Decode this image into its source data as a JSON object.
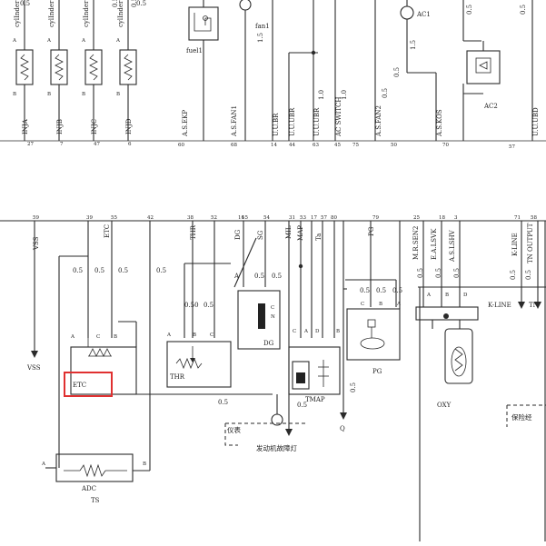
{
  "diagram": {
    "top": {
      "cyl_labels": [
        "cylInder",
        "cylInder",
        "cylInder",
        "cylInder"
      ],
      "inj_labels": [
        "INJA",
        "INJB",
        "INJC",
        "INJD"
      ],
      "pin_nums": [
        "27",
        "7",
        "47",
        "6"
      ],
      "wire_05": "0.5",
      "pin_a": "A",
      "pin_b": "B",
      "fuel_label": "fuel1",
      "fan_label": "fan1",
      "fan_wire": "1.5",
      "ac1_label": "AC1",
      "ac1_wire": "1.5",
      "ac2_label": "AC2",
      "signals": [
        {
          "label": "A.S.EKP",
          "pin": "60"
        },
        {
          "label": "A.S.FAN1",
          "pin": "68"
        },
        {
          "label": "U.U.BR",
          "pin": "14"
        },
        {
          "label": "U.U.UBR",
          "pin": "44"
        },
        {
          "label": "U.U.UBR",
          "pin": "63"
        },
        {
          "label": "AC SWITCH",
          "pin": "45"
        },
        {
          "label": "A.S.FAN2",
          "pin": "75"
        },
        {
          "label": "A.S.KOS",
          "pin": "50"
        },
        {
          "label": "U.U.UBD",
          "pin": "70"
        }
      ],
      "wire_10a": "1.0",
      "wire_10b": "1.0",
      "wire_05b": "0.5",
      "wire_05c": "0.5",
      "edge_pin": "57"
    },
    "bottom": {
      "vss": "VSS",
      "etc_top": "ETC",
      "etc_box": "ETC",
      "thr": "THR",
      "dg": "DG",
      "dg_top": "DG",
      "sg": "SG",
      "mil": "MIL",
      "map": "MAP",
      "ta": "Ta",
      "tmap": "TMAP",
      "pg": "PG",
      "pg_top": "PG",
      "oxy": "OXY",
      "sen": "M.R.SEN2",
      "lsv": "E.A.LSVK",
      "lshv": "A.S.LSHV",
      "kline": "K-LINE",
      "kline_top": "K-LINE",
      "tn": "TN",
      "tn_top": "TN OUTPUT",
      "adc": "ADC",
      "ts": "TS",
      "q": "Q",
      "meter": "仪表",
      "lamp": "发动机故障灯",
      "fuse": "保险经",
      "pin_c": "C",
      "pin_d": "D",
      "pin_n": "N",
      "wire_05": "0.5",
      "wire_05_50": "0.50",
      "pins_top": [
        "59",
        "39",
        "55",
        "42",
        "38",
        "52",
        "16",
        "15",
        "54",
        "31",
        "53",
        "17",
        "57",
        "80",
        "79",
        "25",
        "18",
        "3",
        "71",
        "58"
      ]
    }
  }
}
